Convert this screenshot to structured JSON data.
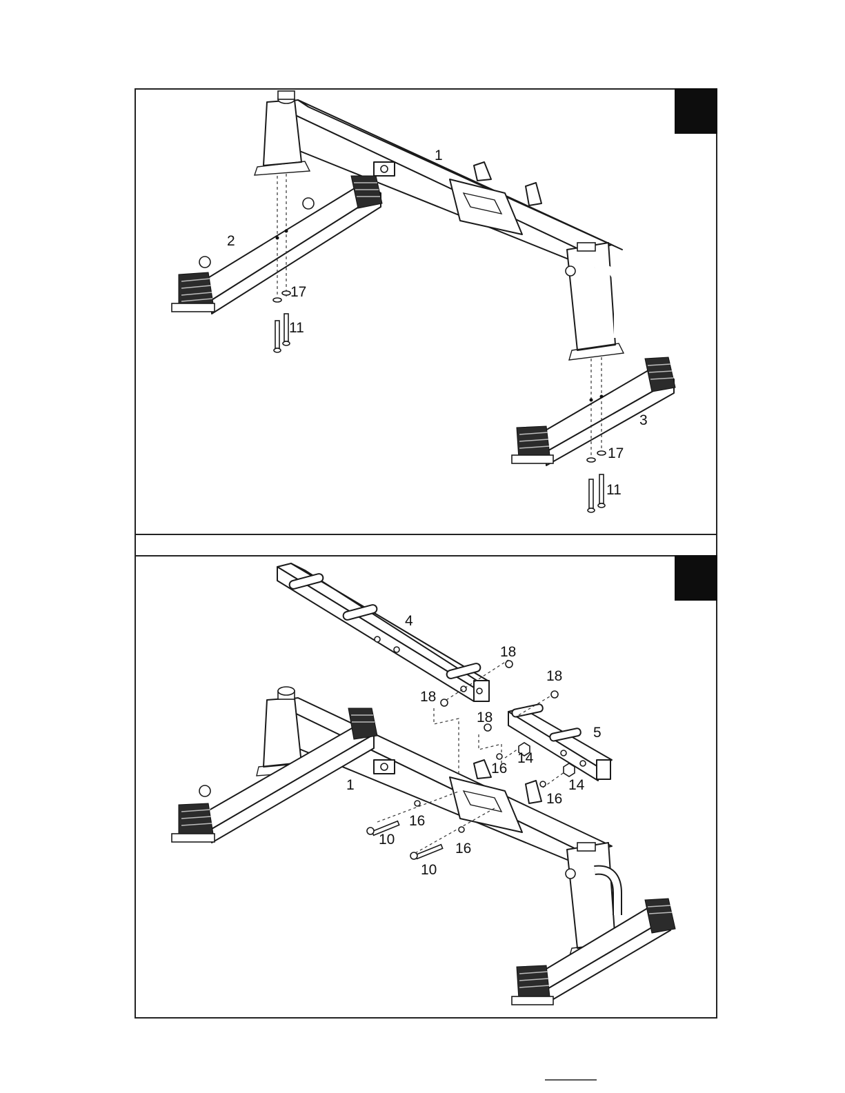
{
  "panels": [
    {
      "id": "step-1",
      "labels": [
        {
          "name": "part-1-label",
          "text": "1"
        },
        {
          "name": "part-2-label",
          "text": "2"
        },
        {
          "name": "part-3-label",
          "text": "3"
        },
        {
          "name": "washer-17-label-left",
          "text": "17"
        },
        {
          "name": "bolt-11-label-left",
          "text": "11"
        },
        {
          "name": "washer-17-label-right",
          "text": "17"
        },
        {
          "name": "bolt-11-label-right",
          "text": "11"
        }
      ]
    },
    {
      "id": "step-2",
      "labels": [
        {
          "name": "part-4-label",
          "text": "4"
        },
        {
          "name": "part-5-label",
          "text": "5"
        },
        {
          "name": "part-1-label",
          "text": "1"
        },
        {
          "name": "nut-18-label-a",
          "text": "18"
        },
        {
          "name": "nut-18-label-b",
          "text": "18"
        },
        {
          "name": "nut-18-label-c",
          "text": "18"
        },
        {
          "name": "nut-18-label-d",
          "text": "18"
        },
        {
          "name": "washer-16-label-a",
          "text": "16"
        },
        {
          "name": "washer-16-label-b",
          "text": "16"
        },
        {
          "name": "washer-16-label-c",
          "text": "16"
        },
        {
          "name": "washer-16-label-d",
          "text": "16"
        },
        {
          "name": "nut-14-label-a",
          "text": "14"
        },
        {
          "name": "nut-14-label-b",
          "text": "14"
        },
        {
          "name": "bolt-10-label-a",
          "text": "10"
        },
        {
          "name": "bolt-10-label-b",
          "text": "10"
        }
      ]
    }
  ]
}
